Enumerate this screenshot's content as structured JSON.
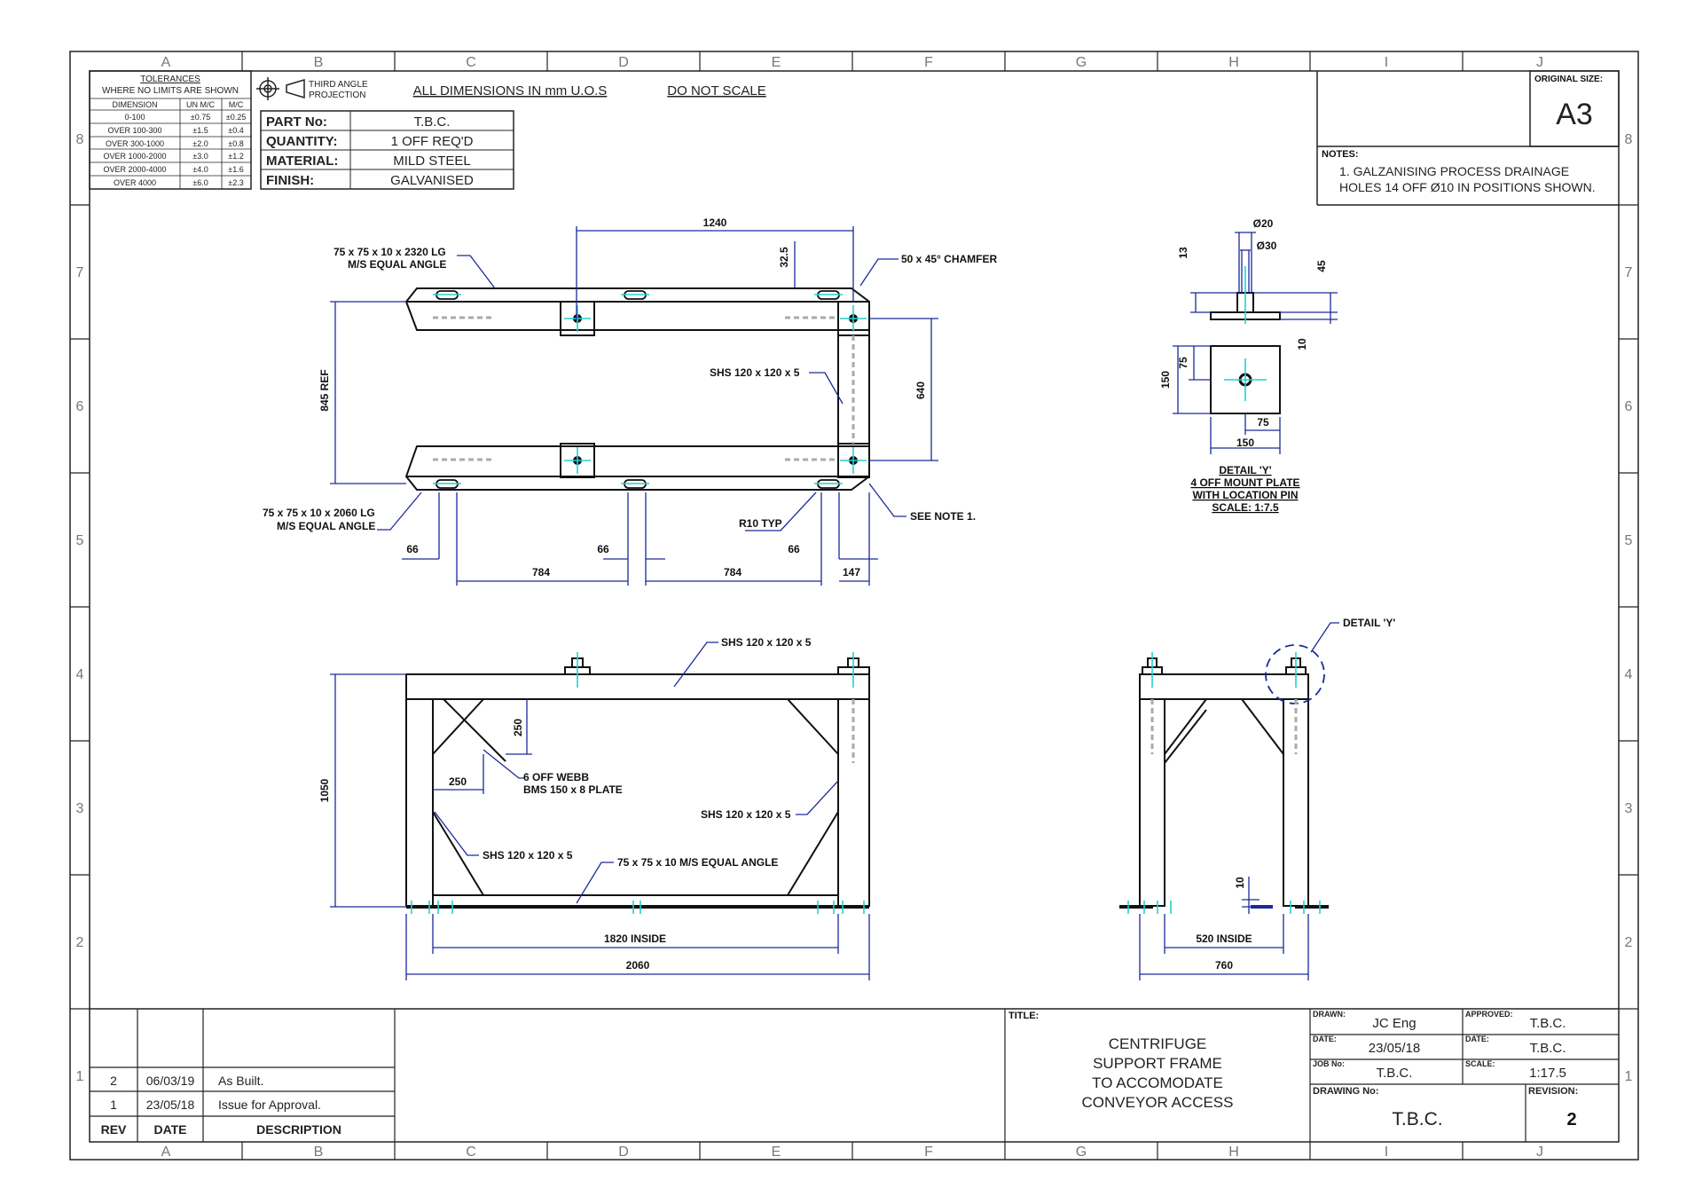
{
  "grid": {
    "columns": [
      "A",
      "B",
      "C",
      "D",
      "E",
      "F",
      "G",
      "H",
      "I",
      "J"
    ],
    "rows": [
      "8",
      "7",
      "6",
      "5",
      "4",
      "3",
      "2",
      "1"
    ]
  },
  "tolerances": {
    "title": "TOLERANCES",
    "subtitle": "WHERE NO LIMITS ARE SHOWN",
    "headers": [
      "DIMENSION",
      "UN M/C",
      "M/C"
    ],
    "rows": [
      [
        "0-100",
        "±0.75",
        "±0.25"
      ],
      [
        "OVER 100-300",
        "±1.5",
        "±0.4"
      ],
      [
        "OVER 300-1000",
        "±2.0",
        "±0.8"
      ],
      [
        "OVER 1000-2000",
        "±3.0",
        "±1.2"
      ],
      [
        "OVER 2000-4000",
        "±4.0",
        "±1.6"
      ],
      [
        "OVER 4000",
        "±6.0",
        "±2.3"
      ]
    ]
  },
  "projection": {
    "line1": "THIRD ANGLE",
    "line2": "PROJECTION"
  },
  "notes_top": {
    "dims": "ALL DIMENSIONS IN mm U.O.S",
    "scale": "DO NOT SCALE"
  },
  "part_info": [
    {
      "label": "PART No:",
      "value": "T.B.C."
    },
    {
      "label": "QUANTITY:",
      "value": "1 OFF REQ'D"
    },
    {
      "label": "MATERIAL:",
      "value": "MILD STEEL"
    },
    {
      "label": "FINISH:",
      "value": "GALVANISED"
    }
  ],
  "original_size": {
    "label": "ORIGINAL SIZE:",
    "value": "A3"
  },
  "notes": {
    "label": "NOTES:",
    "line1": "1. GALZANISING PROCESS DRAINAGE",
    "line2": "HOLES 14 OFF Ø10 IN POSITIONS SHOWN."
  },
  "plan_view": {
    "angle_top_1": "75 x 75 x 10 x 2320 LG",
    "angle_top_2": "M/S EQUAL ANGLE",
    "angle_bot_1": "75 x 75 x 10 x 2060 LG",
    "angle_bot_2": "M/S EQUAL ANGLE",
    "chamfer": "50 x 45° CHAMFER",
    "shs": "SHS 120 x 120 x 5",
    "see_note": "SEE NOTE 1.",
    "r10": "R10 TYP",
    "d1240": "1240",
    "d32": "32.5",
    "d845": "845 REF",
    "d640": "640",
    "d66a": "66",
    "d66b": "66",
    "d66c": "66",
    "d784a": "784",
    "d784b": "784",
    "d147": "147"
  },
  "detail_y": {
    "d20": "Ø20",
    "d30": "Ø30",
    "d13": "13",
    "d45": "45",
    "d10": "10",
    "d150v": "150",
    "d75v": "75",
    "d75h": "75",
    "d150h": "150",
    "cap1": "DETAIL 'Y'",
    "cap2": "4 OFF MOUNT PLATE",
    "cap3": "WITH LOCATION PIN",
    "cap4": "SCALE: 1:7.5"
  },
  "front_view": {
    "shs_top": "SHS 120 x 120 x 5",
    "webb1": "6 OFF WEBB",
    "webb2": "BMS 150 x 8 PLATE",
    "shs_right": "SHS 120 x 120 x 5",
    "shs_left": "SHS 120 x 120 x 5",
    "angle": "75 x 75 x 10 M/S EQUAL ANGLE",
    "d250v": "250",
    "d250h": "250",
    "d1050": "1050",
    "d1820": "1820 INSIDE",
    "d2060": "2060"
  },
  "side_view": {
    "detail": "DETAIL 'Y'",
    "d10": "10",
    "d520": "520 INSIDE",
    "d760": "760"
  },
  "revisions": {
    "headers": [
      "REV",
      "DATE",
      "DESCRIPTION"
    ],
    "rows": [
      [
        "2",
        "06/03/19",
        "As Built."
      ],
      [
        "1",
        "23/05/18",
        "Issue for Approval."
      ]
    ]
  },
  "title_block": {
    "title_label": "TITLE:",
    "title": [
      "CENTRIFUGE",
      "SUPPORT FRAME",
      "TO ACCOMODATE",
      "CONVEYOR ACCESS"
    ],
    "drawn_label": "DRAWN:",
    "drawn": "JC Eng",
    "approved_label": "APPROVED:",
    "approved": "T.B.C.",
    "date_label": "DATE:",
    "date": "23/05/18",
    "date2_label": "DATE:",
    "date2": "T.B.C.",
    "job_label": "JOB No:",
    "job": "T.B.C.",
    "scale_label": "SCALE:",
    "scale": "1:17.5",
    "dwg_label": "DRAWING No:",
    "dwg": "T.B.C.",
    "rev_label": "REVISION:",
    "rev": "2"
  },
  "colors": {
    "dimension": "#1a2a9a",
    "centerline": "#22d0d0",
    "outline": "#111111"
  }
}
